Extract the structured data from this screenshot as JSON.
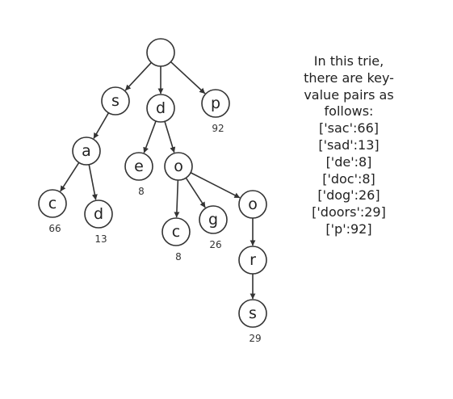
{
  "trie": {
    "nodes": [
      {
        "id": "root",
        "letter": ""
      },
      {
        "id": "s",
        "letter": "s"
      },
      {
        "id": "d1",
        "letter": "d"
      },
      {
        "id": "p",
        "letter": "p",
        "value": "92"
      },
      {
        "id": "a",
        "letter": "a"
      },
      {
        "id": "c1",
        "letter": "c",
        "value": "66"
      },
      {
        "id": "d2",
        "letter": "d",
        "value": "13"
      },
      {
        "id": "e",
        "letter": "e",
        "value": "8"
      },
      {
        "id": "o1",
        "letter": "o"
      },
      {
        "id": "c2",
        "letter": "c",
        "value": "8"
      },
      {
        "id": "g",
        "letter": "g",
        "value": "26"
      },
      {
        "id": "o2",
        "letter": "o"
      },
      {
        "id": "r",
        "letter": "r"
      },
      {
        "id": "s2",
        "letter": "s",
        "value": "29"
      }
    ],
    "edges": [
      [
        "root",
        "s"
      ],
      [
        "root",
        "d1"
      ],
      [
        "root",
        "p"
      ],
      [
        "s",
        "a"
      ],
      [
        "a",
        "c1"
      ],
      [
        "a",
        "d2"
      ],
      [
        "d1",
        "e"
      ],
      [
        "d1",
        "o1"
      ],
      [
        "o1",
        "c2"
      ],
      [
        "o1",
        "g"
      ],
      [
        "o1",
        "o2"
      ],
      [
        "o2",
        "r"
      ],
      [
        "r",
        "s2"
      ]
    ]
  },
  "caption": {
    "lines": [
      "In this trie,",
      "there are key-",
      "value pairs as",
      "follows:",
      "['sac':66]",
      "['sad':13]",
      "['de':8]",
      "['doc':8]",
      "['dog':26]",
      "['doors':29]",
      "['p':92]"
    ]
  }
}
